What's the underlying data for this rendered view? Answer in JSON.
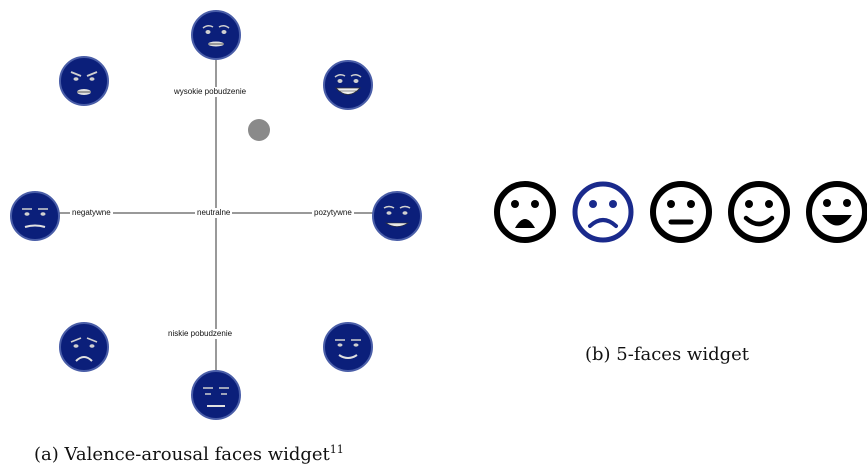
{
  "widget_a": {
    "axis_labels": {
      "high_arousal": "wysokie pobudzenie",
      "negative": "negatywne",
      "neutral": "neutralne",
      "positive": "pozytywne",
      "low_arousal": "niskie pobudzenie"
    },
    "face_color": "#0b1f7a",
    "cursor_color": "#8a8a8a",
    "caption": "(a) Valence-arousal faces widget",
    "caption_footnote": "11"
  },
  "widget_b": {
    "faces": [
      "very-sad-face-icon",
      "sad-face-icon",
      "neutral-face-icon",
      "happy-face-icon",
      "very-happy-face-icon"
    ],
    "selected_index": 1,
    "selected_color": "#1a2a8c",
    "caption": "(b) 5-faces widget"
  }
}
